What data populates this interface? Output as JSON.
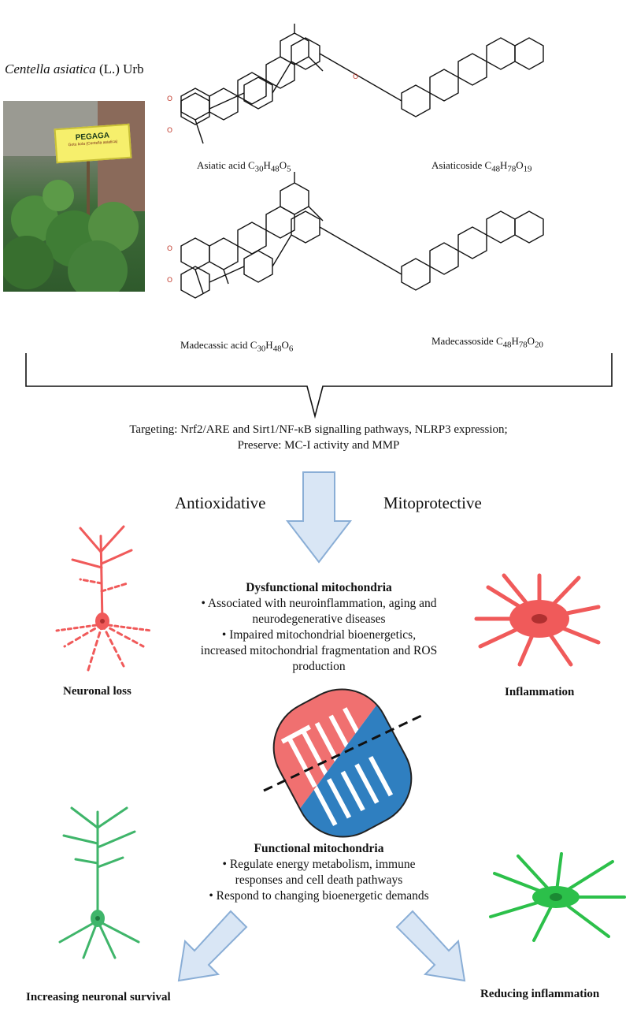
{
  "plant": {
    "name_italic": "Centella asiatica",
    "name_rest": " (L.) Urb",
    "sign_label": "PEGAGA",
    "sign_subtext": "Gotu kola (Centella asiatica)"
  },
  "compounds": [
    {
      "name": "Asiatic acid ",
      "formula": [
        [
          "C",
          "30"
        ],
        [
          "H",
          "48"
        ],
        [
          "O",
          "5"
        ]
      ]
    },
    {
      "name": "Asiaticoside ",
      "formula": [
        [
          "C",
          "48"
        ],
        [
          "H",
          "78"
        ],
        [
          "O",
          "19"
        ]
      ]
    },
    {
      "name": "Madecassic acid ",
      "formula": [
        [
          "C",
          "30"
        ],
        [
          "H",
          "48"
        ],
        [
          "O",
          "6"
        ]
      ]
    },
    {
      "name": "Madecassoside ",
      "formula": [
        [
          "C",
          "48"
        ],
        [
          "H",
          "78"
        ],
        [
          "O",
          "20"
        ]
      ]
    }
  ],
  "targets": {
    "line1": "Targeting: Nrf2/ARE and Sirt1/NF-κB signalling pathways, NLRP3 expression;",
    "line2": "Preserve: MC-I activity and MMP"
  },
  "headings": {
    "left": "Antioxidative",
    "right": "Mitoprotective"
  },
  "dysfunctional": {
    "title": "Dysfunctional mitochondria",
    "bullet1_a": "• Associated with neuroinflammation, aging and",
    "bullet1_b": "neurodegenerative diseases",
    "bullet2_a": "• Impaired mitochondrial bioenergetics,",
    "bullet2_b": "increased mitochondrial fragmentation and ROS",
    "bullet2_c": "production"
  },
  "functional": {
    "title": "Functional mitochondria",
    "bullet1_a": "• Regulate energy metabolism, immune",
    "bullet1_b": "responses and cell death pathways",
    "bullet2": "• Respond to changing bioenergetic demands"
  },
  "labels": {
    "neuronal_loss": "Neuronal loss",
    "inflammation": "Inflammation",
    "increasing_survival": "Increasing neuronal survival",
    "reducing_inflammation": "Reducing inflammation"
  },
  "colors": {
    "damaged_cell": "#f05a5a",
    "healthy_cell": "#3fb56a",
    "mito_red": "#f07070",
    "mito_blue": "#2f7fc0",
    "arrow_fill": "#d9e6f5",
    "arrow_stroke": "#8aaed6"
  },
  "icons": [
    "neuron-damaged-icon",
    "astrocyte-inflamed-icon",
    "mitochondrion-icon",
    "neuron-healthy-icon",
    "microglia-healthy-icon"
  ]
}
